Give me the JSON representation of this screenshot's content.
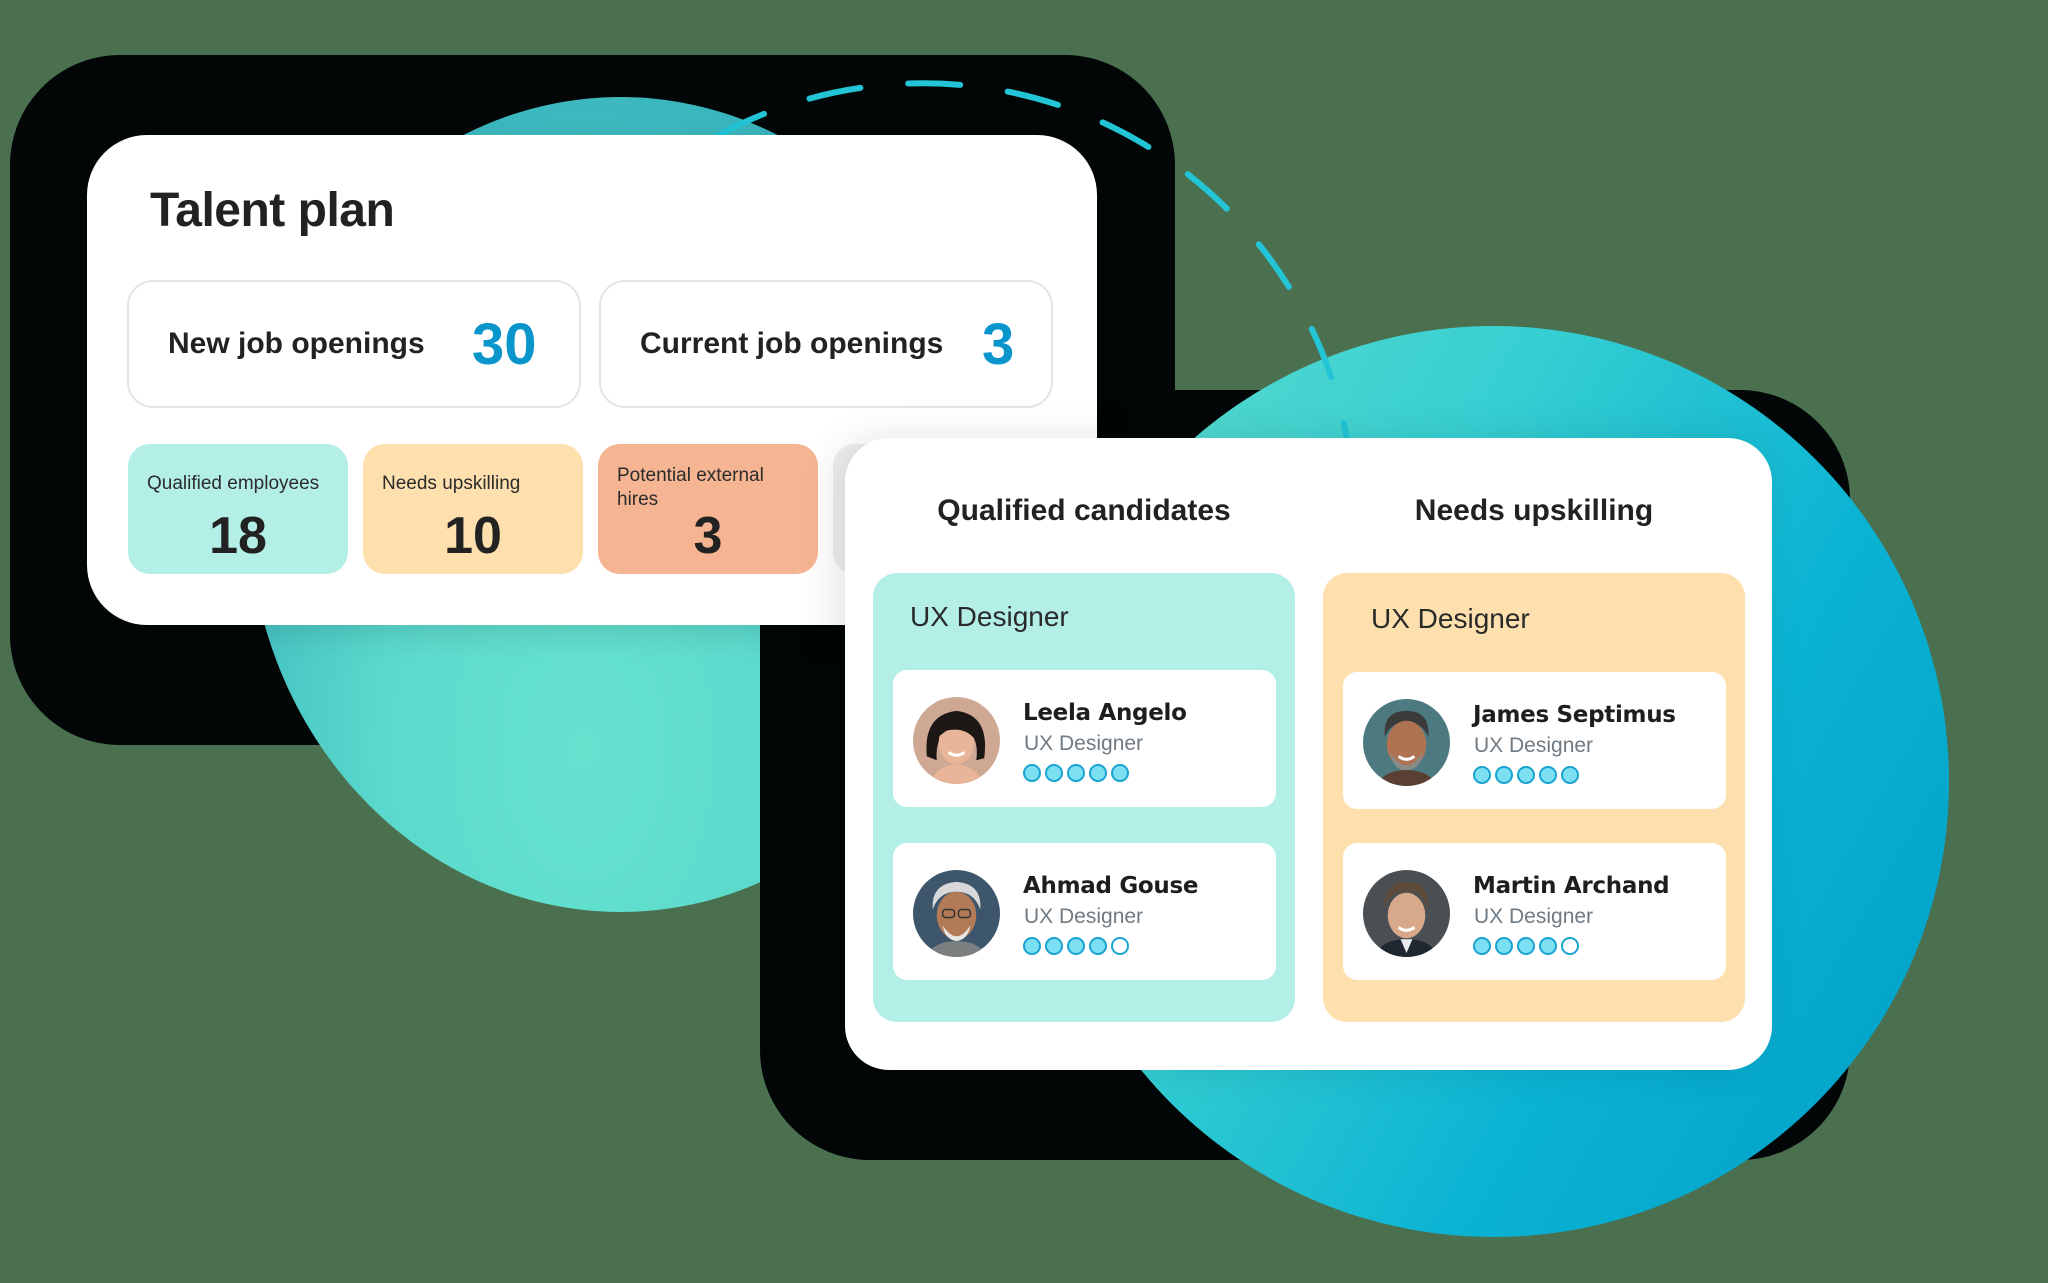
{
  "talent_plan": {
    "title": "Talent plan",
    "job_openings": [
      {
        "label": "New job openings",
        "value": "30"
      },
      {
        "label": "Current job openings",
        "value": "3"
      }
    ],
    "stats": [
      {
        "label": "Qualified employees",
        "value": "18",
        "color": "#b3efe7"
      },
      {
        "label": "Needs upskilling",
        "value": "10",
        "color": "#fde0ad"
      },
      {
        "label": "Potential external hires",
        "value": "3",
        "color": "#f6b592"
      },
      {
        "label": "",
        "value": "",
        "color": "#eeeeee"
      }
    ]
  },
  "candidates": {
    "columns": [
      {
        "title": "Qualified candidates",
        "panel_color": "#b3efe7",
        "group_label": "UX Designer",
        "people": [
          {
            "name": "Leela Angelo",
            "role": "UX Designer",
            "rating": 5,
            "max_rating": 5,
            "avatar": "avatar-woman-dark-hair"
          },
          {
            "name": "Ahmad Gouse",
            "role": "UX Designer",
            "rating": 4,
            "max_rating": 5,
            "avatar": "avatar-older-man-gray-hair"
          }
        ]
      },
      {
        "title": "Needs upskilling",
        "panel_color": "#fde0ad",
        "group_label": "UX Designer",
        "people": [
          {
            "name": "James Septimus",
            "role": "UX Designer",
            "rating": 5,
            "max_rating": 5,
            "avatar": "avatar-man-beard"
          },
          {
            "name": "Martin Archand",
            "role": "UX Designer",
            "rating": 4,
            "max_rating": 5,
            "avatar": "avatar-man-suit"
          }
        ]
      }
    ]
  },
  "colors": {
    "accent_number": "#0a96cc",
    "rating_fill": "#7de0f2",
    "rating_border": "#1aa3d1",
    "background": "#4a7050",
    "dashed_arc": "#22c4d6"
  }
}
